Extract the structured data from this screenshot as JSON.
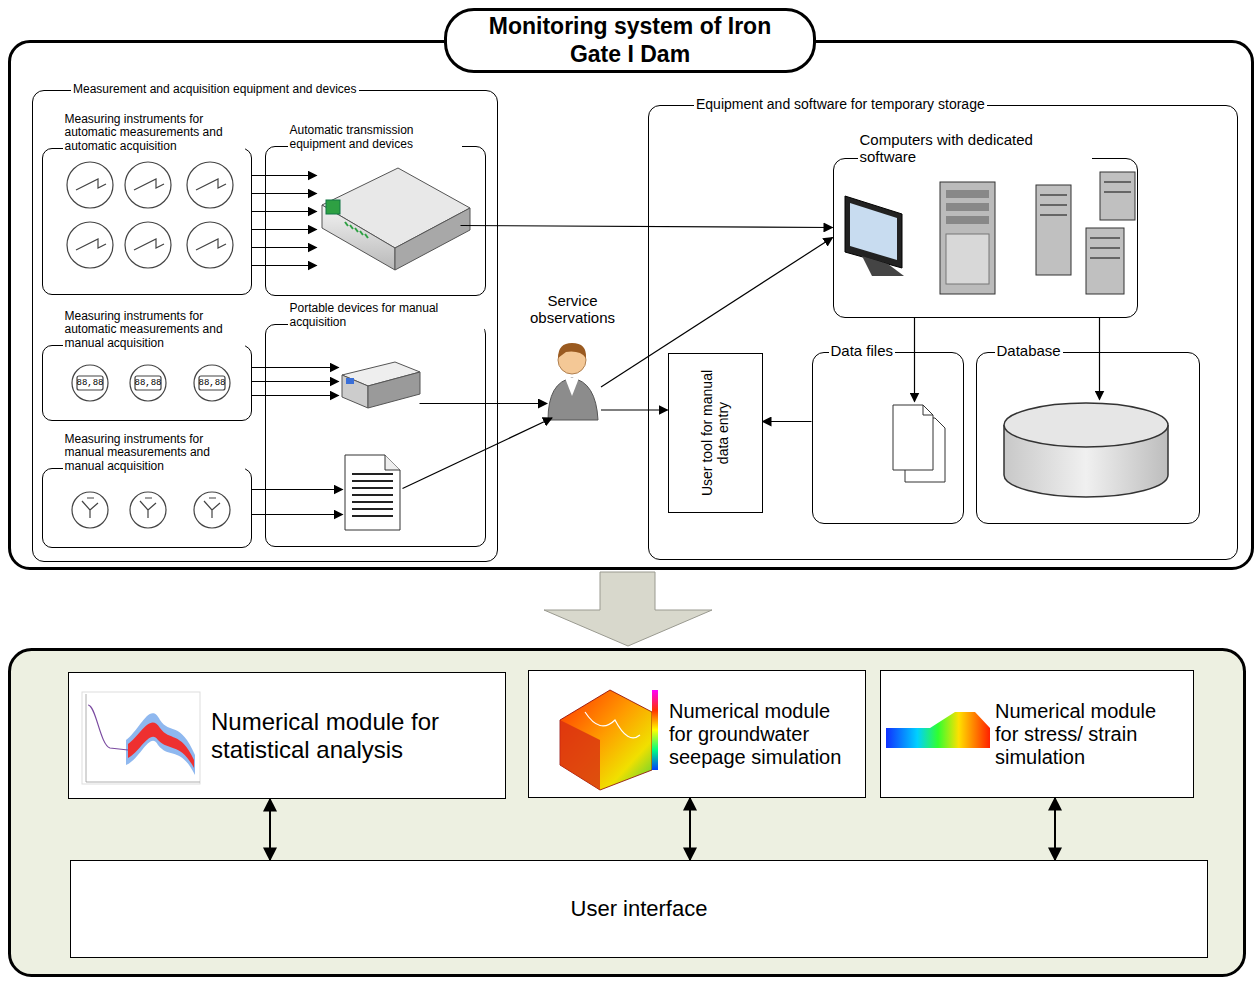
{
  "diagram": {
    "nodes": [
      {
        "text": [
          "Monitoring system of Iron Gate I Dam"
        ]
      },
      {
        "text": [
          "Measurement and acquisition equipment and devices"
        ],
        "in": 0
      },
      {
        "text": [
          "Measuring instruments for automatic measurements and automatic acquisition"
        ],
        "in": 1
      },
      {
        "text": [
          "Automatic transmission equipment and devices"
        ],
        "in": 1
      },
      {
        "text": [
          "Measuring instruments for automatic measurements and manual acquisition"
        ],
        "in": 1
      },
      {
        "text": [
          "Portable devices for manual acquisition"
        ],
        "in": 1
      },
      {
        "text": [
          "Measuring instruments for manual measurements and manual acquisition"
        ],
        "in": 1
      },
      {
        "text": [
          "Service observations"
        ],
        "in": 0
      },
      {
        "text": [
          "Equipment and software for temporary storage"
        ],
        "in": 0
      },
      {
        "text": [
          "Computers with dedicated software"
        ],
        "in": 8
      },
      {
        "text": [
          "User tool for manual data entry"
        ],
        "in": 8
      },
      {
        "text": [
          "Data files"
        ],
        "in": 8
      },
      {
        "text": [
          "Database"
        ],
        "in": 8
      },
      {
        "text": [
          "Numerical module for statistical analysis"
        ]
      },
      {
        "text": [
          "Numerical module for groundwater seepage simulation"
        ]
      },
      {
        "text": [
          "Numerical module for stress/ strain simulation"
        ]
      },
      {
        "text": [
          "User interface"
        ]
      }
    ],
    "edges": [
      {
        "from": 2,
        "to": 3,
        "arrow": "to"
      },
      {
        "from": 3,
        "to": 9,
        "arrow": "to"
      },
      {
        "from": 4,
        "to": 5,
        "arrow": "to"
      },
      {
        "from": 5,
        "to": 7,
        "arrow": "to"
      },
      {
        "from": 6,
        "to": 5,
        "arrow": "to"
      },
      {
        "from": 5,
        "to": 7,
        "arrow": "to"
      },
      {
        "from": 7,
        "to": 9,
        "arrow": "to"
      },
      {
        "from": 7,
        "to": 10,
        "arrow": "to"
      },
      {
        "from": 11,
        "to": 10,
        "arrow": "to"
      },
      {
        "from": 9,
        "to": 11,
        "arrow": "to"
      },
      {
        "from": 9,
        "to": 12,
        "arrow": "to"
      },
      {
        "from": 13,
        "to": 16,
        "arrow": "both"
      },
      {
        "from": 14,
        "to": 16,
        "arrow": "both"
      },
      {
        "from": 15,
        "to": 16,
        "arrow": "both"
      }
    ],
    "labels": [
      "88,88",
      "88,88",
      "88,88"
    ]
  }
}
